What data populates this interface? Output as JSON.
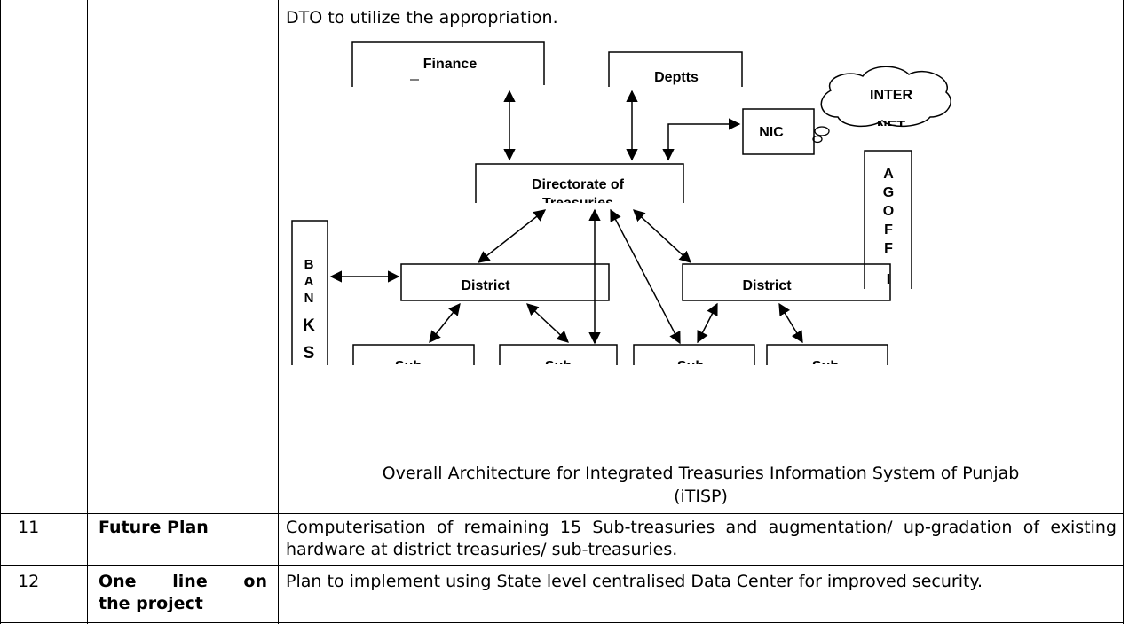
{
  "intro_text": "DTO to utilize the appropriation.",
  "diagram": {
    "finance": "Finance",
    "depts": "Deptts",
    "internet": "INTER",
    "internet_clip": "NET",
    "nic": "NIC",
    "directorate": "Directorate of",
    "directorate_clip": "Treasuries",
    "banks_letters": [
      "B",
      "A",
      "N",
      "K",
      "S"
    ],
    "agoffice_letters": [
      "A",
      "G",
      "O",
      "F",
      "F",
      "I"
    ],
    "district_left": "District",
    "district_right": "District",
    "subtreasury_clip": "Sub"
  },
  "caption_line1": "Overall Architecture for Integrated Treasuries Information System of Punjab",
  "caption_line2": "(iTISP)",
  "rows": [
    {
      "no": "11",
      "title": "Future Plan",
      "content": "Computerisation of remaining 15 Sub-treasuries and augmentation/ up-gradation of existing hardware at district treasuries/ sub-treasuries."
    },
    {
      "no": "12",
      "title_line1": "One line on",
      "title_line2": "the project",
      "content": "Plan to implement using State level centralised Data Center for improved security."
    }
  ]
}
